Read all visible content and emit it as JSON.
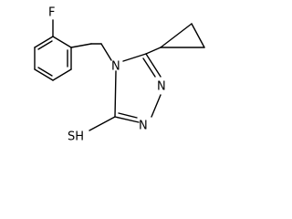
{
  "molecule": {
    "atoms": {
      "fluorine": "F",
      "ring_nitrogen_4": "N",
      "ring_nitrogen_1": "N",
      "ring_nitrogen_2": "N",
      "thiol": "SH"
    }
  },
  "colors": {
    "bond": "#000000",
    "label": "#000000",
    "background": "#ffffff"
  }
}
